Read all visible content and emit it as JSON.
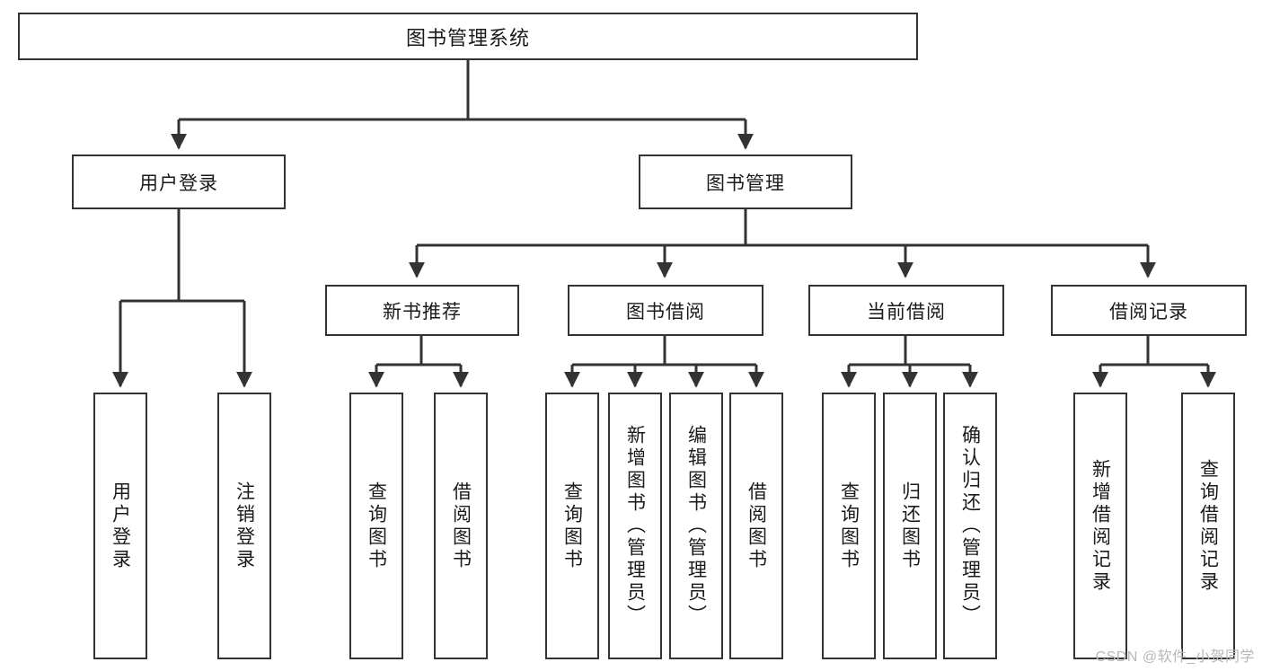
{
  "diagram": {
    "title": "图书管理系统",
    "type": "tree-hierarchy-functional-structure",
    "colors": {
      "stroke": "#333333",
      "fill": "#ffffff",
      "text": "#1a1a1a",
      "watermark": "#b7b7b7"
    },
    "root": {
      "label": "图书管理系统"
    },
    "level1": [
      {
        "id": "user-login",
        "label": "用户登录"
      },
      {
        "id": "book-management",
        "label": "图书管理"
      }
    ],
    "level2": [
      {
        "id": "new-book-recommend",
        "label": "新书推荐",
        "parent": "book-management"
      },
      {
        "id": "book-borrow",
        "label": "图书借阅",
        "parent": "book-management"
      },
      {
        "id": "current-borrow",
        "label": "当前借阅",
        "parent": "book-management"
      },
      {
        "id": "borrow-record",
        "label": "借阅记录",
        "parent": "book-management"
      }
    ],
    "leaves": {
      "user-login": [
        {
          "id": "leaf-user-login",
          "label": "用户登录"
        },
        {
          "id": "leaf-logout-login",
          "label": "注销登录"
        }
      ],
      "new-book-recommend": [
        {
          "id": "leaf-query-book-1",
          "label": "查询图书"
        },
        {
          "id": "leaf-borrow-book-1",
          "label": "借阅图书"
        }
      ],
      "book-borrow": [
        {
          "id": "leaf-query-book-2",
          "label": "查询图书"
        },
        {
          "id": "leaf-add-book",
          "label": "新增图书（管理员）"
        },
        {
          "id": "leaf-edit-book",
          "label": "编辑图书（管理员）"
        },
        {
          "id": "leaf-borrow-book-2",
          "label": "借阅图书"
        }
      ],
      "current-borrow": [
        {
          "id": "leaf-query-book-3",
          "label": "查询图书"
        },
        {
          "id": "leaf-return-book",
          "label": "归还图书"
        },
        {
          "id": "leaf-confirm-return",
          "label": "确认归还（管理员）"
        }
      ],
      "borrow-record": [
        {
          "id": "leaf-add-record",
          "label": "新增借阅记录"
        },
        {
          "id": "leaf-query-record",
          "label": "查询借阅记录"
        }
      ]
    }
  },
  "watermark": {
    "text": "CSDN @软件_小贺同学"
  }
}
